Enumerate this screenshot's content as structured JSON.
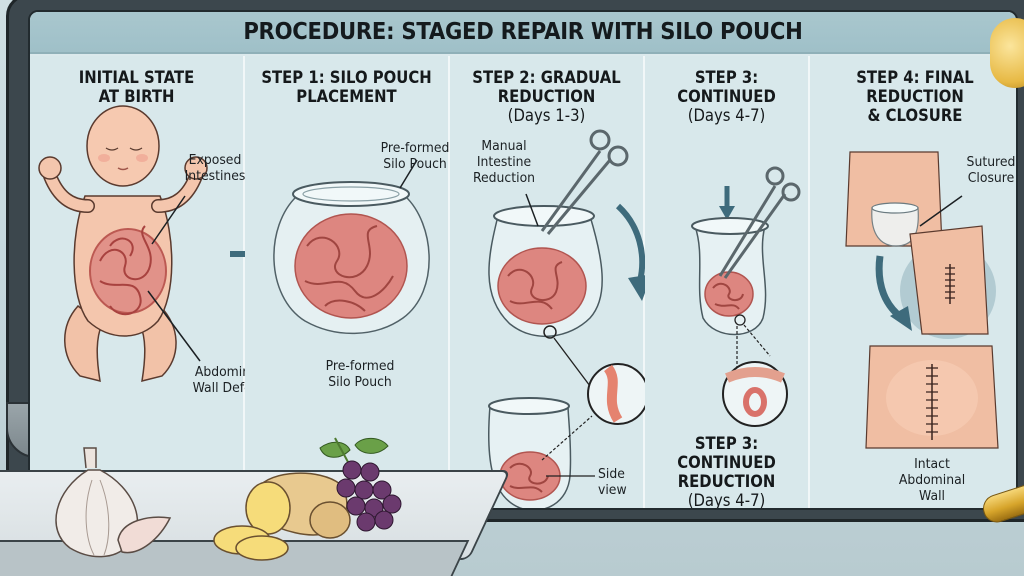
{
  "title": "PROCEDURE: STAGED REPAIR WITH SILO POUCH",
  "panels": [
    {
      "id": "initial",
      "title_lines": [
        "INITIAL STATE",
        "AT BIRTH"
      ],
      "labels": {
        "exposed": [
          "Exposed",
          "Intestines"
        ],
        "defect": [
          "Abdominal",
          "Wall Defect"
        ]
      }
    },
    {
      "id": "step1",
      "title_lines": [
        "STEP 1: SILO POUCH",
        "PLACEMENT"
      ],
      "labels": {
        "top": [
          "Pre-formed",
          "Silo Pouch"
        ],
        "bottom": [
          "Pre-formed",
          "Silo Pouch"
        ]
      }
    },
    {
      "id": "step2",
      "title_lines": [
        "STEP 2: GRADUAL",
        "REDUCTION"
      ],
      "subtitle": "(Days 1-3)",
      "labels": {
        "manual": [
          "Manual",
          "Intestine",
          "Reduction"
        ],
        "side": [
          "Side",
          "view"
        ]
      }
    },
    {
      "id": "step3",
      "title_lines": [
        "STEP 3:",
        "CONTINUED"
      ],
      "subtitle": "(Days 4-7)",
      "bottom_title_lines": [
        "STEP 3:",
        "CONTINUED",
        "REDUCTION"
      ],
      "bottom_subtitle": "(Days 4-7)"
    },
    {
      "id": "step4",
      "title_lines": [
        "STEP 4: FINAL",
        "REDUCTION",
        "& CLOSURE"
      ],
      "labels": {
        "sutured": [
          "Sutured",
          "Closure"
        ],
        "intact": [
          "Intact",
          "Abdominal",
          "Wall"
        ]
      }
    }
  ],
  "scene_objects": [
    "garlic",
    "ginger",
    "grapes",
    "supplement-capsule"
  ],
  "colors": {
    "header_bg": "#a9c7ce",
    "screen_bg": "#d8e8eb",
    "arrow": "#3e6b7c",
    "intestine": "#d97a73",
    "skin": "#f2c2a8"
  }
}
